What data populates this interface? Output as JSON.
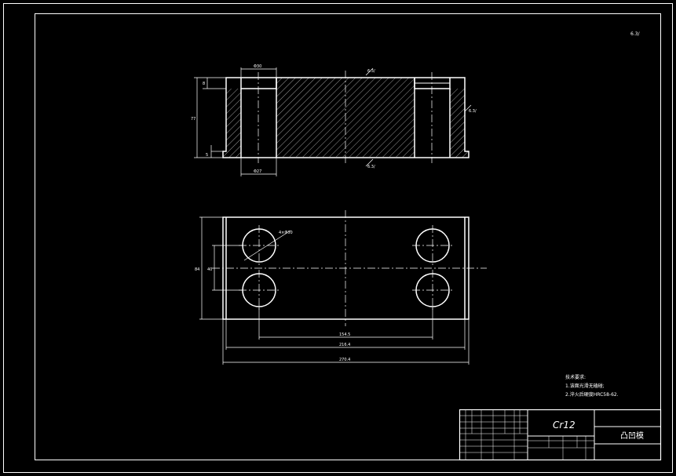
{
  "colors": {
    "background": "#000000",
    "line": "#ffffff"
  },
  "roughness_mark": "6.3/",
  "section_view": {
    "top_callout": "6.3/",
    "bottom_callout": "6.3/",
    "right_callout": "6.3/",
    "dim_top_bore": "Φ30",
    "dim_bottom_bore": "Φ27",
    "dim_total_height": "77",
    "dim_counterbore_depth": "8",
    "dim_flange_height": "5"
  },
  "plan_view": {
    "dim_hole_dia": "4×Φ30",
    "dim_hole_spacing_x": "154.5",
    "dim_inner_width": "216.4",
    "dim_overall_width": "270.4",
    "dim_overall_height": "84",
    "dim_hole_spacing_y": "40"
  },
  "notes": {
    "heading": "技术要求:",
    "line1": "1.该面光滑无磕碰;",
    "line2": "2.淬火后硬度HRC58-62."
  },
  "title_block": {
    "material": "Cr12",
    "part_name": "凸凹模"
  }
}
